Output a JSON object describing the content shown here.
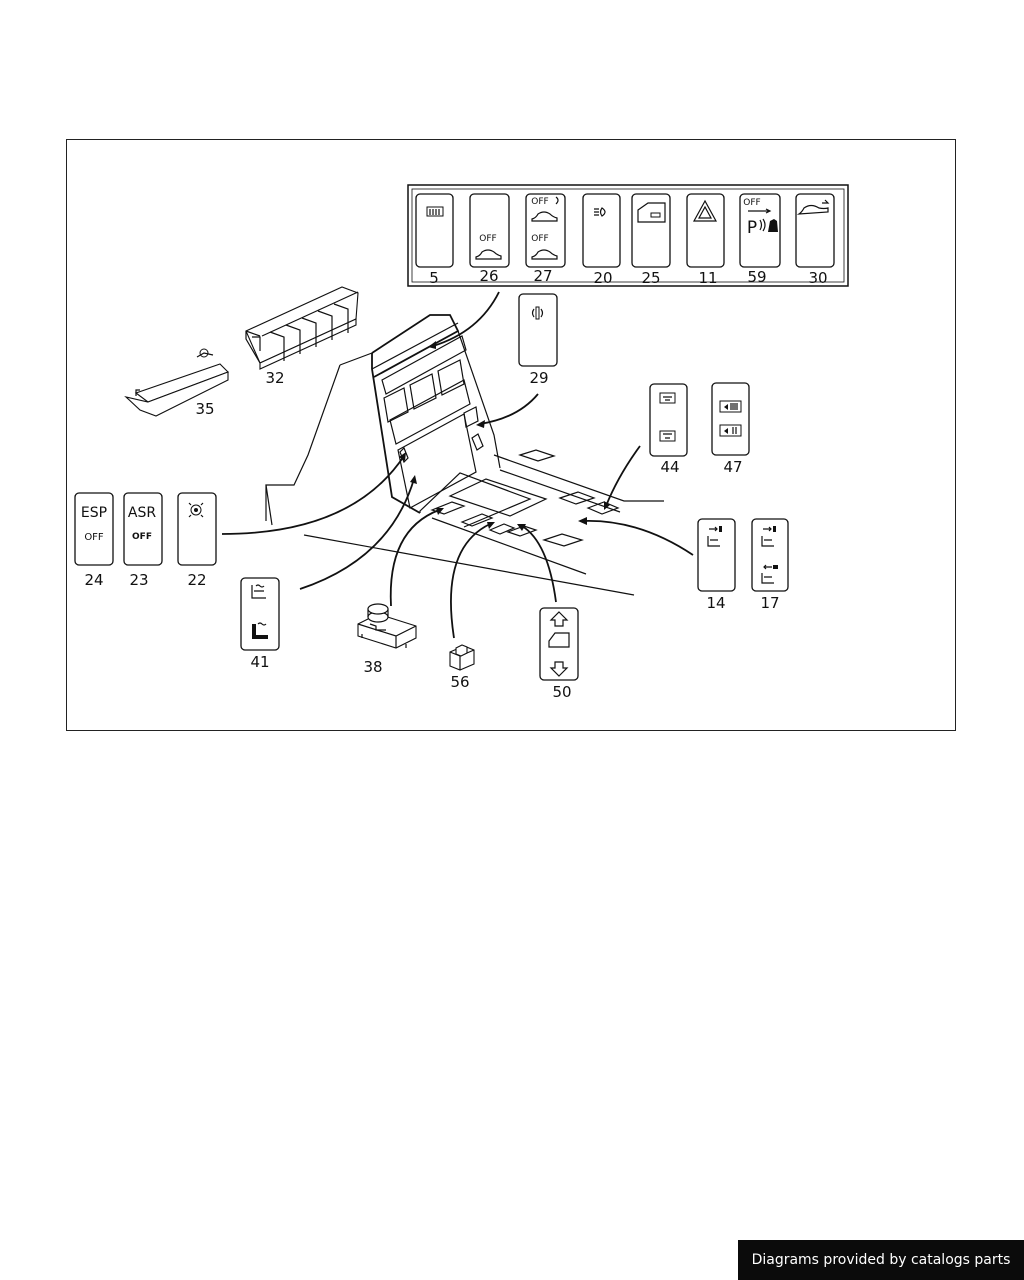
{
  "diagram": {
    "callouts": {
      "c5": "5",
      "c26": "26",
      "c27": "27",
      "c20": "20",
      "c25": "25",
      "c11": "11",
      "c59": "59",
      "c30": "30",
      "c32": "32",
      "c35": "35",
      "c29": "29",
      "c44": "44",
      "c47": "47",
      "c24": "24",
      "c23": "23",
      "c22": "22",
      "c41": "41",
      "c38": "38",
      "c56": "56",
      "c50": "50",
      "c14": "14",
      "c17": "17"
    },
    "switch_text": {
      "off": "OFF",
      "esp": "ESP",
      "asr": "ASR",
      "park": "P"
    }
  },
  "footer": {
    "credit": "Diagrams provided by catalogs parts"
  }
}
